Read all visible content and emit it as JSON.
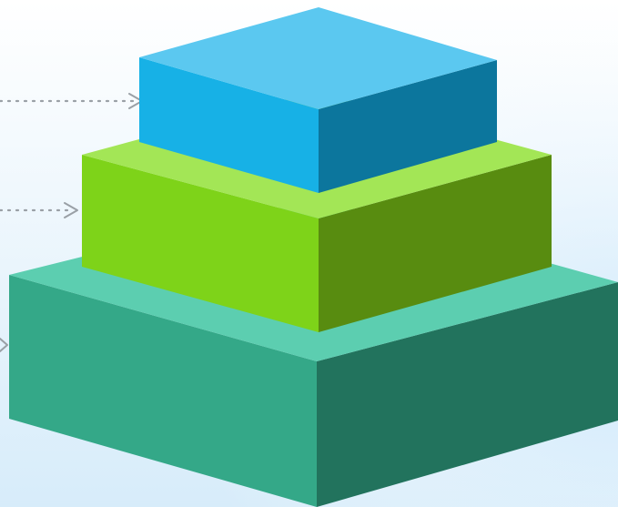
{
  "background": {
    "top_color": "#ffffff",
    "bottom_color": "#d7ecfa",
    "side_glow_color": "#cfe9fb"
  },
  "tiers": [
    {
      "id": "top",
      "top_face_color": "#5bc8f0",
      "left_face_color": "#17b1e6",
      "right_face_color": "#0c769d",
      "connector_arrow": "dotted-right-arrow"
    },
    {
      "id": "middle",
      "top_face_color": "#a3e656",
      "left_face_color": "#7ed319",
      "right_face_color": "#588c10",
      "connector_arrow": "dotted-right-arrow"
    },
    {
      "id": "bottom",
      "top_face_color": "#5cceb0",
      "left_face_color": "#34a888",
      "right_face_color": "#22735d",
      "connector_arrow": "right-arrow"
    }
  ],
  "connector_color": "#9aa0a6"
}
